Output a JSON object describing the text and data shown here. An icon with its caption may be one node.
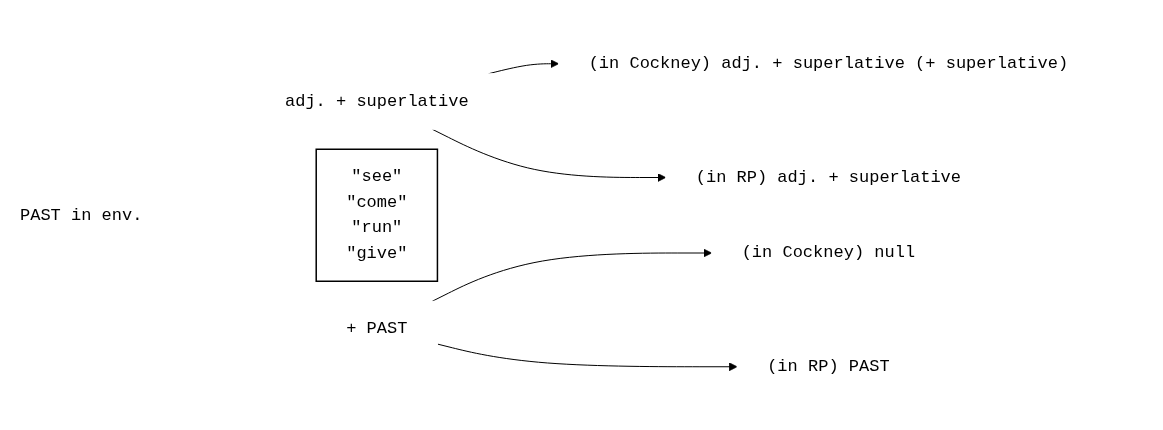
{
  "diagram": {
    "nodes": [
      {
        "text": [
          "adj. + superlative"
        ]
      },
      {
        "text": [
          "(in Cockney) adj. + superlative (+ superlative)"
        ]
      },
      {
        "text": [
          "(in RP) adj. + superlative"
        ]
      },
      {
        "text": [
          "\"see\"",
          "\"come\"",
          "\"run\"",
          "\"give\""
        ]
      },
      {
        "text": [
          "+ PAST"
        ]
      },
      {
        "text": [
          "(in Cockney) null"
        ]
      },
      {
        "text": [
          "(in RP) PAST"
        ]
      }
    ],
    "edges": [
      {
        "from": 0,
        "to": 1,
        "arrow": "to"
      },
      {
        "from": 0,
        "to": 2,
        "arrow": "to"
      },
      {
        "from": 4,
        "to": 5,
        "arrow": "to"
      },
      {
        "from": 4,
        "to": 6,
        "arrow": "to"
      }
    ],
    "labels": [
      "PAST in env."
    ]
  }
}
